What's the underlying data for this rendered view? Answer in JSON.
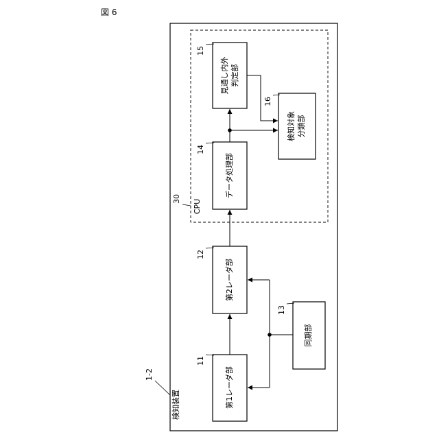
{
  "figure_label": "図 6",
  "device": {
    "ref": "1-2",
    "name": "検知装置"
  },
  "cpu": {
    "ref": "30",
    "name": "CPU"
  },
  "blocks": [
    {
      "ref": "11",
      "lines": [
        "第1レーダ部"
      ]
    },
    {
      "ref": "12",
      "lines": [
        "第2レーダ部"
      ]
    },
    {
      "ref": "13",
      "lines": [
        "同期部"
      ]
    },
    {
      "ref": "14",
      "lines": [
        "データ処理部"
      ]
    },
    {
      "ref": "15",
      "lines": [
        "見通し内外",
        "判定部"
      ]
    },
    {
      "ref": "16",
      "lines": [
        "検知対象",
        "分類部"
      ]
    }
  ]
}
